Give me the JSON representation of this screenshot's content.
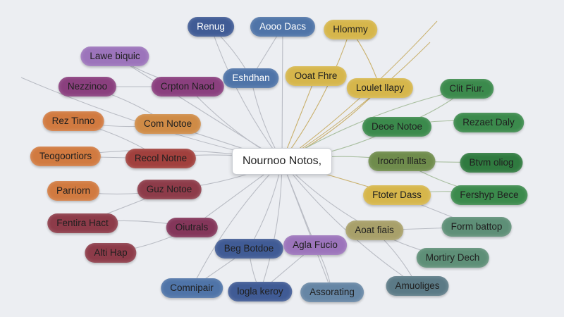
{
  "central": {
    "label": "Nournoo Notos,"
  },
  "colors": {
    "navy": "#405b95",
    "blue": "#4f74a8",
    "gold": "#d6b64b",
    "lavender": "#9c74bb",
    "purple": "#8a3f7e",
    "rust": "#d17a40",
    "brown": "#cf8b46",
    "red": "#a1403d",
    "maroon": "#8d3b49",
    "plum": "#84365a",
    "green": "#3b8a4c",
    "greenDark": "#2f7a3f",
    "olive": "#6f8c4c",
    "khaki": "#a8a06a",
    "teal": "#5e8f77",
    "slate": "#5b7a86",
    "steel": "#6686a5",
    "edge": "#b9bcc4",
    "edgeGold": "#c9b06c",
    "edgeGreen": "#a9bfa0"
  },
  "nodes": [
    {
      "id": "renug",
      "label": "Renug",
      "color": "navy",
      "text": "#ffffff"
    },
    {
      "id": "aoo-dacs",
      "label": "Aooo Dacs",
      "color": "blue",
      "text": "#ffffff"
    },
    {
      "id": "hlommy",
      "label": "Hlommy",
      "color": "gold",
      "text": "#1f1f1f"
    },
    {
      "id": "lawe-biquic",
      "label": "Lawe biquic",
      "color": "lavender",
      "text": "#1f1f1f"
    },
    {
      "id": "eshdhan",
      "label": "Eshdhan",
      "color": "blue",
      "text": "#ffffff"
    },
    {
      "id": "ooat-fhre",
      "label": "Ooat Fhre",
      "color": "gold",
      "text": "#1f1f1f"
    },
    {
      "id": "nezzinoo",
      "label": "Nezzinoo",
      "color": "purple",
      "text": "#1f1f1f"
    },
    {
      "id": "crpton-naod",
      "label": "Crpton Naod",
      "color": "purple",
      "text": "#1f1f1f"
    },
    {
      "id": "loulet-llapy",
      "label": "Loulet llapy",
      "color": "gold",
      "text": "#1f1f1f"
    },
    {
      "id": "clit-fiur",
      "label": "Clit Fiur.",
      "color": "green",
      "text": "#1f1f1f"
    },
    {
      "id": "rez-tinno",
      "label": "Rez Tinno",
      "color": "rust",
      "text": "#1f1f1f"
    },
    {
      "id": "com-notoe",
      "label": "Com Notoe",
      "color": "brown",
      "text": "#1f1f1f"
    },
    {
      "id": "deoe-notoe",
      "label": "Deoe Notoe",
      "color": "green",
      "text": "#1f1f1f"
    },
    {
      "id": "rezaet-daly",
      "label": "Rezaet Daly",
      "color": "green",
      "text": "#1f1f1f"
    },
    {
      "id": "teogoortiors",
      "label": "Teogoortiors",
      "color": "rust",
      "text": "#1f1f1f"
    },
    {
      "id": "recol-notne",
      "label": "Recol Notne",
      "color": "red",
      "text": "#1f1f1f"
    },
    {
      "id": "iroorin-lllats",
      "label": "Iroorin lllats",
      "color": "olive",
      "text": "#1f1f1f"
    },
    {
      "id": "btvm-oliog",
      "label": "Btvm oliog",
      "color": "greenDark",
      "text": "#1f1f1f"
    },
    {
      "id": "parriorn",
      "label": "Parriorn",
      "color": "rust",
      "text": "#1f1f1f"
    },
    {
      "id": "guz-notoe",
      "label": "Guz Notoe",
      "color": "maroon",
      "text": "#1f1f1f"
    },
    {
      "id": "ftoter-dass",
      "label": "Ftoter Dass",
      "color": "gold",
      "text": "#1f1f1f"
    },
    {
      "id": "fershyp-bece",
      "label": "Fershyp Bece",
      "color": "green",
      "text": "#1f1f1f"
    },
    {
      "id": "fentira-hact",
      "label": "Fentira Hact",
      "color": "maroon",
      "text": "#1f1f1f"
    },
    {
      "id": "oiutrals",
      "label": "Oiutrals",
      "color": "plum",
      "text": "#1f1f1f"
    },
    {
      "id": "aoat-fiais",
      "label": "Aoat fiais",
      "color": "khaki",
      "text": "#1f1f1f"
    },
    {
      "id": "form-battop",
      "label": "Form battop",
      "color": "teal",
      "text": "#1f1f1f"
    },
    {
      "id": "alti-flap",
      "label": "Alti Hap",
      "color": "maroon",
      "text": "#1f1f1f"
    },
    {
      "id": "beg-botdoe",
      "label": "Beg Botdoe",
      "color": "navy",
      "text": "#1f1f1f"
    },
    {
      "id": "agla-fucio",
      "label": "Agla Fucio",
      "color": "lavender",
      "text": "#1f1f1f"
    },
    {
      "id": "mortiry-dech",
      "label": "Mortiry Dech",
      "color": "teal",
      "text": "#1f1f1f"
    },
    {
      "id": "comnipair",
      "label": "Comnipair",
      "color": "blue",
      "text": "#1f1f1f"
    },
    {
      "id": "logla-keroy",
      "label": "logla keroy",
      "color": "navy",
      "text": "#1f1f1f"
    },
    {
      "id": "assorating",
      "label": "Assorating",
      "color": "steel",
      "text": "#1f1f1f"
    },
    {
      "id": "amuoliges",
      "label": "Amuoliges",
      "color": "slate",
      "text": "#1f1f1f"
    }
  ],
  "edges": [
    [
      "central",
      "renug"
    ],
    [
      "central",
      "aoo-dacs"
    ],
    [
      "central",
      "hlommy"
    ],
    [
      "central",
      "eshdhan"
    ],
    [
      "central",
      "ooat-fhre"
    ],
    [
      "central",
      "loulet-llapy"
    ],
    [
      "central",
      "crpton-naod"
    ],
    [
      "central",
      "com-notoe"
    ],
    [
      "central",
      "recol-notne"
    ],
    [
      "central",
      "guz-notoe"
    ],
    [
      "central",
      "oiutrals"
    ],
    [
      "central",
      "deoe-notoe"
    ],
    [
      "central",
      "iroorin-lllats"
    ],
    [
      "central",
      "ftoter-dass"
    ],
    [
      "central",
      "aoat-fiais"
    ],
    [
      "central",
      "beg-botdoe"
    ],
    [
      "central",
      "agla-fucio"
    ],
    [
      "central",
      "comnipair"
    ],
    [
      "central",
      "logla-keroy"
    ],
    [
      "central",
      "assorating"
    ],
    [
      "central",
      "amuoliges"
    ],
    [
      "central",
      "clit-fiur"
    ],
    [
      "central",
      "lawe-biquic"
    ],
    [
      "central",
      "teogoortiors"
    ],
    [
      "crpton-naod",
      "lawe-biquic"
    ],
    [
      "crpton-naod",
      "nezzinoo"
    ],
    [
      "com-notoe",
      "nezzinoo"
    ],
    [
      "com-notoe",
      "rez-tinno"
    ],
    [
      "recol-notne",
      "teogoortiors"
    ],
    [
      "recol-notne",
      "rez-tinno"
    ],
    [
      "guz-notoe",
      "parriorn"
    ],
    [
      "guz-notoe",
      "fentira-hact"
    ],
    [
      "oiutrals",
      "fentira-hact"
    ],
    [
      "oiutrals",
      "alti-flap"
    ],
    [
      "beg-botdoe",
      "comnipair"
    ],
    [
      "beg-botdoe",
      "logla-keroy"
    ],
    [
      "agla-fucio",
      "assorating"
    ],
    [
      "agla-fucio",
      "logla-keroy"
    ],
    [
      "aoat-fiais",
      "mortiry-dech"
    ],
    [
      "aoat-fiais",
      "amuoliges"
    ],
    [
      "aoat-fiais",
      "form-battop"
    ],
    [
      "deoe-notoe",
      "clit-fiur"
    ],
    [
      "deoe-notoe",
      "rezaet-daly"
    ],
    [
      "iroorin-lllats",
      "btvm-oliog"
    ],
    [
      "iroorin-lllats",
      "fershyp-bece"
    ],
    [
      "ftoter-dass",
      "fershyp-bece"
    ],
    [
      "ftoter-dass",
      "form-battop"
    ],
    [
      "loulet-llapy",
      "hlommy"
    ],
    [
      "renug",
      "eshdhan"
    ],
    [
      "aoo-dacs",
      "eshdhan"
    ]
  ]
}
